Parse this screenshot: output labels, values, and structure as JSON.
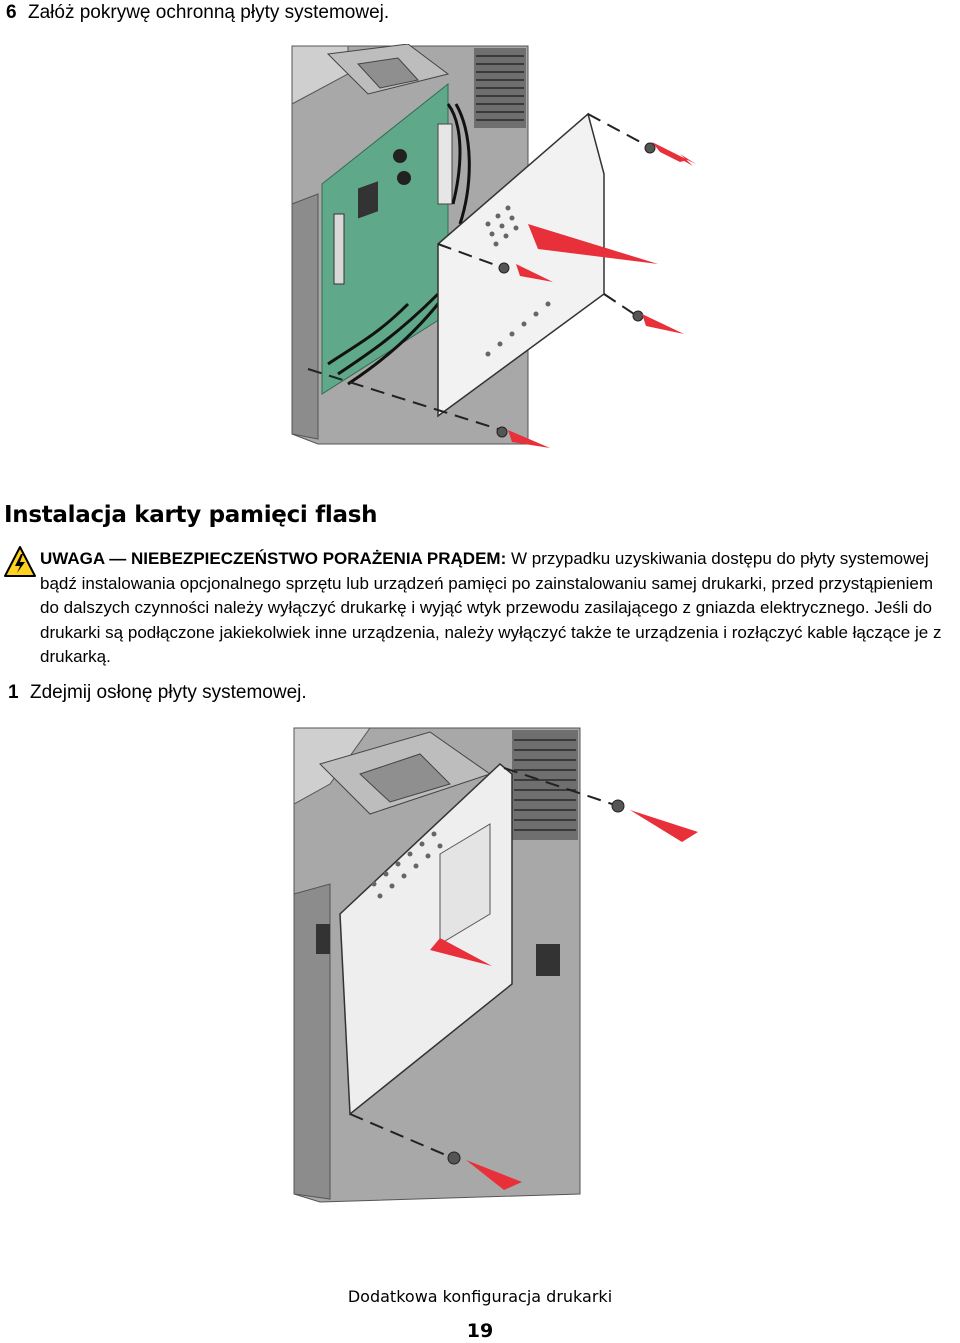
{
  "step6": {
    "number": "6",
    "text": "Załóż pokrywę ochronną płyty systemowej."
  },
  "section": {
    "title": "Instalacja karty pamięci flash"
  },
  "warning": {
    "icon": "electric-shock-warning-icon",
    "lead": "UWAGA — NIEBEZPIECZEŃSTWO PORAŻENIA PRĄDEM:",
    "body": "W przypadku uzyskiwania dostępu do płyty systemowej bądź instalowania opcjonalnego sprzętu lub urządzeń pamięci po zainstalowaniu samej drukarki, przed przystąpieniem do dalszych czynności należy wyłączyć drukarkę i wyjąć wtyk przewodu zasilającego z gniazda elektrycznego. Jeśli do drukarki są podłączone jakiekolwiek inne urządzenia, należy wyłączyć także te urządzenia i rozłączyć kable łączące je z drukarką."
  },
  "step1": {
    "number": "1",
    "text": "Zdejmij osłonę płyty systemowej."
  },
  "footer": {
    "title": "Dodatkowa konfiguracja drukarki",
    "page": "19"
  },
  "colors": {
    "arrow": "#e8303a",
    "board": "#5fa88a",
    "printer_gray": "#9a9a9a"
  }
}
